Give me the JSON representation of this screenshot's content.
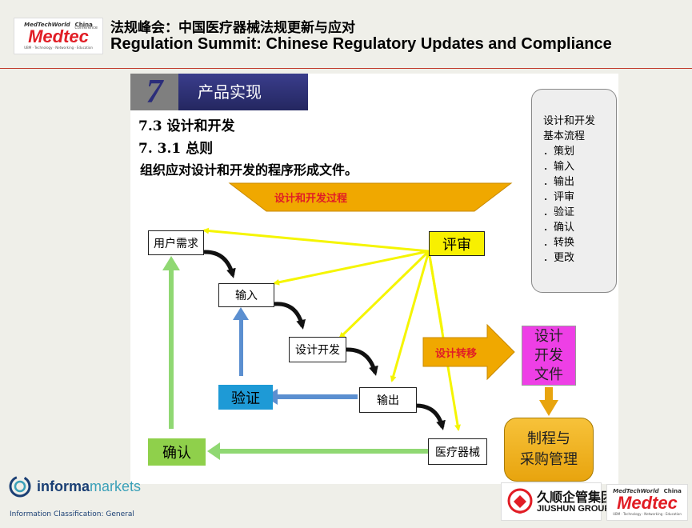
{
  "header": {
    "logo": {
      "top": "MedTechWorld",
      "region": "China",
      "conference": "Conference",
      "name": "Medtec",
      "tagline": "UBM · Technology · Networking · Education"
    },
    "title_cn": "法规峰会：中国医疗器械法规更新与应对",
    "title_en": "Regulation Summit: Chinese Regulatory Updates and Compliance"
  },
  "slide": {
    "section_number": "7",
    "section_title": "产品实现",
    "sub1": "7.3 设计和开发",
    "sub2": "7. 3.1 总则",
    "sub3": "组织应对设计和开发的程序形成文件。",
    "process_label": "设计和开发过程",
    "nodes": {
      "user_needs": "用户需求",
      "input": "输入",
      "design_dev": "设计开发",
      "output": "输出",
      "device": "医疗器械",
      "review": "评审",
      "verify": "验证",
      "validate": "确认",
      "transfer": "设计转移",
      "dd_file": [
        "设计",
        "开发",
        "文件"
      ],
      "mfg": [
        "制程与",
        "采购管理"
      ]
    },
    "flow_box": {
      "title1": "设计和开发",
      "title2": "基本流程",
      "items": [
        "．策划",
        "．输入",
        "．输出",
        "．评审",
        "．验证",
        "．确认",
        "．转换",
        "．更改"
      ]
    }
  },
  "footer": {
    "informa_bold": "informa",
    "informa_light": "markets",
    "classification": "Information Classification: General",
    "jiushun_cn": "久顺企管集团",
    "jiushun_en": "JIUSHUN GROUP"
  },
  "colors": {
    "accent_red": "#e11d25",
    "arrow_yellow": "#f5f500",
    "arrow_gold": "#f0a800",
    "arrow_blue": "#5b8fd0",
    "arrow_green": "#90d873",
    "section_blue": "#2b2d7a"
  }
}
